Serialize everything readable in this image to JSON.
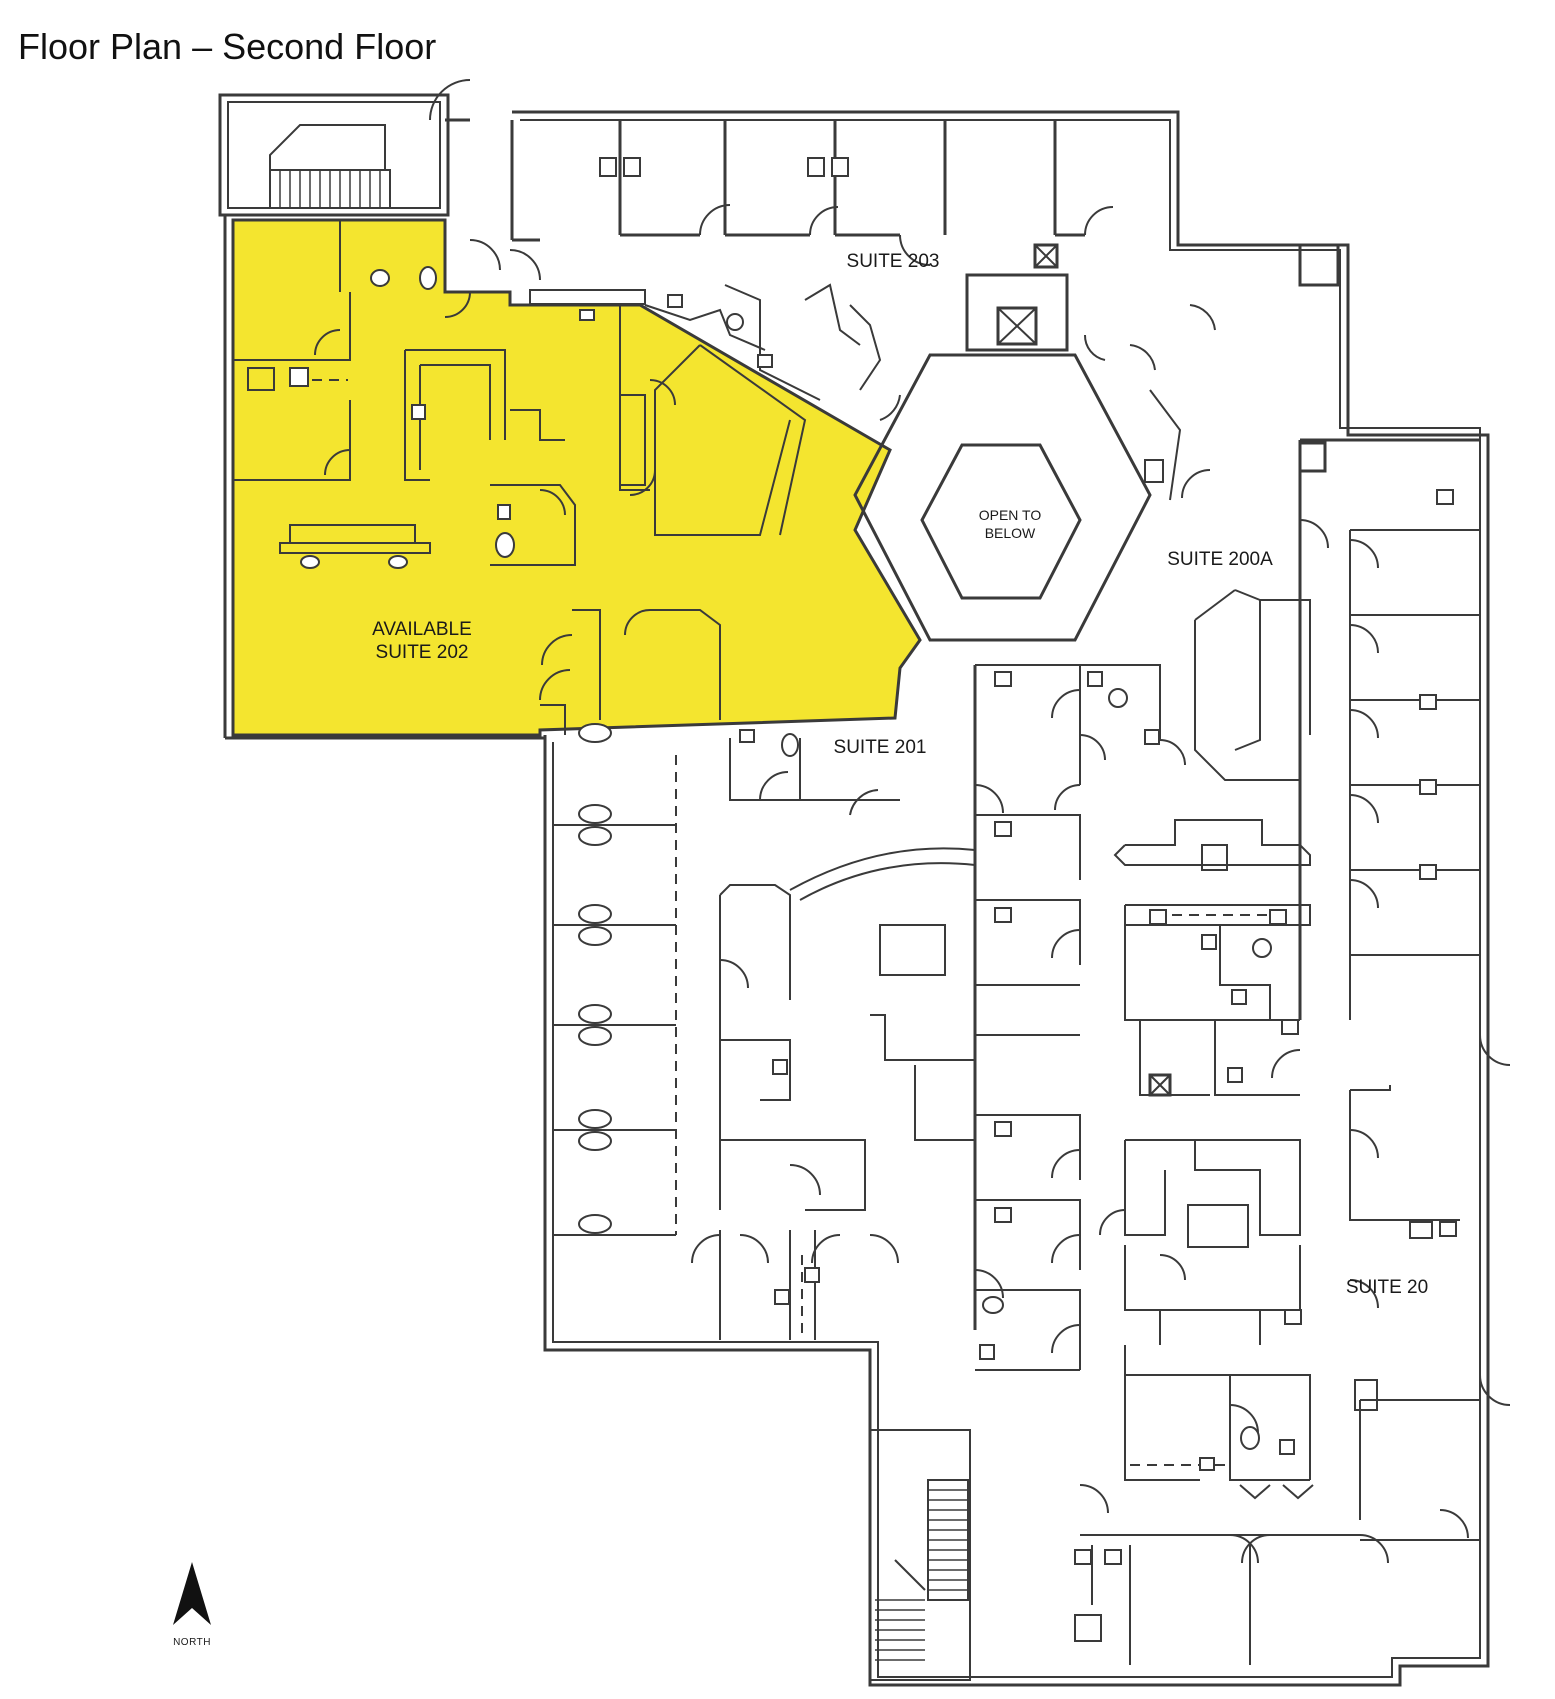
{
  "title": "Floor Plan – Second Floor",
  "highlight_color": "#f4e52f",
  "wall_color": "#3a3a3a",
  "suites": {
    "s203": "SUITE 203",
    "s202_line1": "AVAILABLE",
    "s202_line2": "SUITE 202",
    "s200a": "SUITE 200A",
    "s201": "SUITE 201",
    "s20": "SUITE 20"
  },
  "atrium": {
    "line1": "OPEN TO",
    "line2": "BELOW"
  },
  "compass": {
    "label": "NORTH",
    "icon": "north-arrow-icon"
  }
}
